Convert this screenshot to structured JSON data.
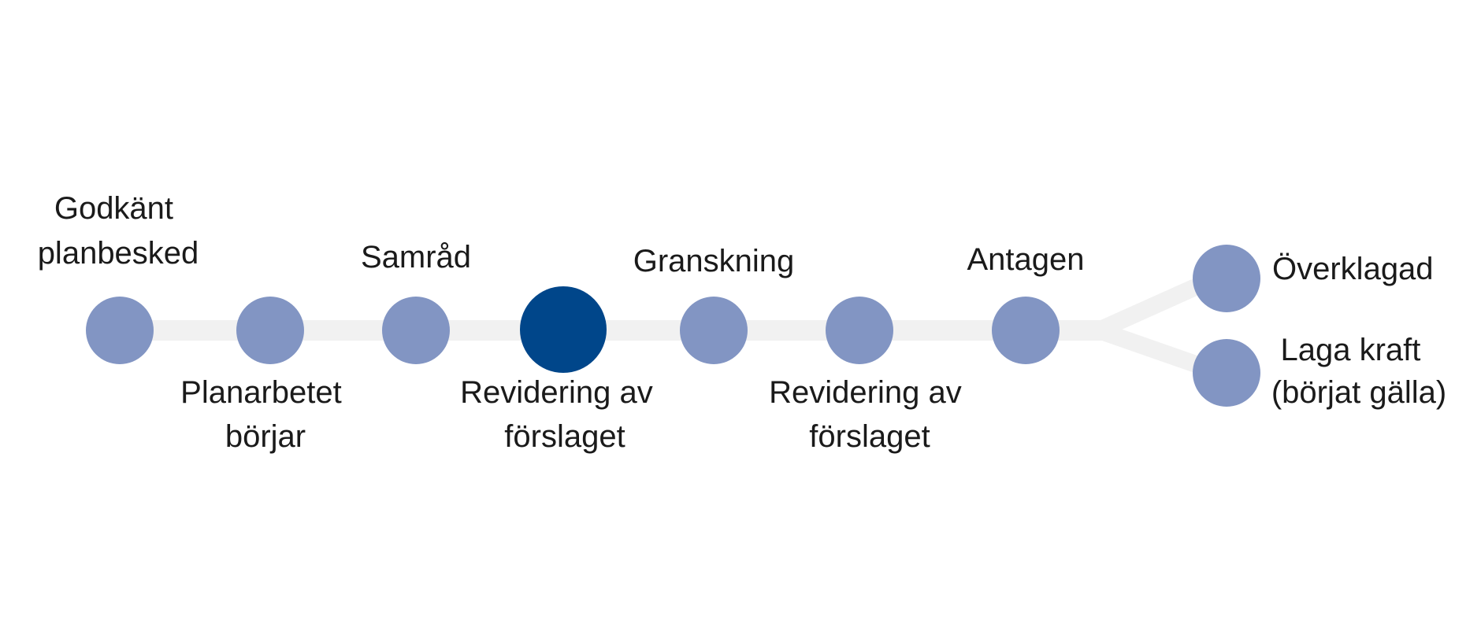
{
  "diagram": {
    "colors": {
      "track": "#f1f1f1",
      "node": "#8295c3",
      "node_active": "#00468a",
      "text": "#1a1a1a",
      "background": "#ffffff"
    },
    "stages": [
      {
        "id": "godkant-planbesked",
        "lines": [
          "Godkänt",
          "planbesked"
        ],
        "label_side": "above",
        "active": false
      },
      {
        "id": "planarbetet-borjar",
        "lines": [
          "Planarbetet",
          "börjar"
        ],
        "label_side": "below",
        "active": false
      },
      {
        "id": "samrad",
        "lines": [
          "Samråd"
        ],
        "label_side": "above",
        "active": false
      },
      {
        "id": "revidering-av-forslaget-1",
        "lines": [
          "Revidering av",
          "förslaget"
        ],
        "label_side": "below",
        "active": true
      },
      {
        "id": "granskning",
        "lines": [
          "Granskning"
        ],
        "label_side": "above",
        "active": false
      },
      {
        "id": "revidering-av-forslaget-2",
        "lines": [
          "Revidering av",
          "förslaget"
        ],
        "label_side": "below",
        "active": false
      },
      {
        "id": "antagen",
        "lines": [
          "Antagen"
        ],
        "label_side": "above",
        "active": false
      },
      {
        "id": "overklagad",
        "lines": [
          "Överklagad"
        ],
        "label_side": "right",
        "active": false
      },
      {
        "id": "laga-kraft",
        "lines": [
          "Laga kraft",
          "(börjat gälla)"
        ],
        "label_side": "right",
        "active": false
      }
    ]
  }
}
